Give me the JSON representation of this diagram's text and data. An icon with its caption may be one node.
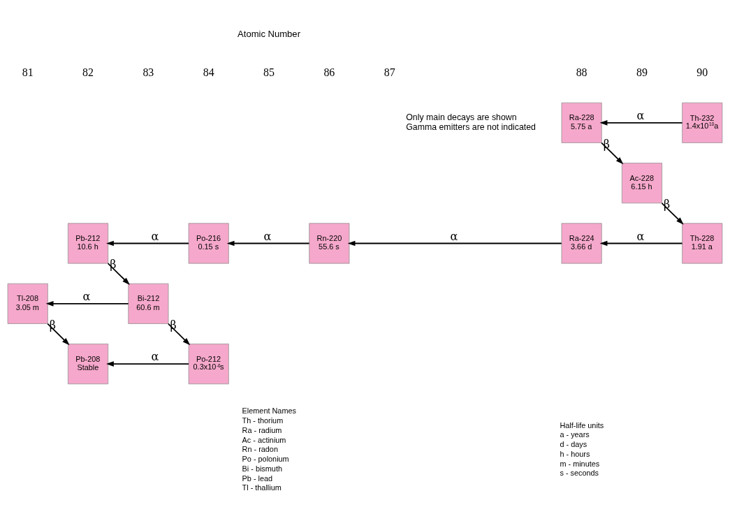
{
  "diagram": {
    "nodes": [
      {
        "text": [
          "Ra-228",
          "5.75 a"
        ]
      },
      {
        "text": [
          "Th-232",
          "1.4x10$^{10}$a"
        ]
      },
      {
        "text": [
          "Ac-228",
          "6.15 h"
        ]
      },
      {
        "text": [
          "Pb-212",
          "10.6 h"
        ]
      },
      {
        "text": [
          "Po-216",
          "0.15 s"
        ]
      },
      {
        "text": [
          "Rn-220",
          "55.6 s"
        ]
      },
      {
        "text": [
          "Ra-224",
          "3.66 d"
        ]
      },
      {
        "text": [
          "Th-228",
          "1.91 a"
        ]
      },
      {
        "text": [
          "Tl-208",
          "3.05 m"
        ]
      },
      {
        "text": [
          "Bi-212",
          "60.6 m"
        ]
      },
      {
        "text": [
          "Pb-208",
          "Stable"
        ]
      },
      {
        "text": [
          "Po-212",
          "0.3x10$^{-6}$s"
        ]
      }
    ],
    "edges": [
      {
        "from": 1,
        "to": 0,
        "arrow": "to",
        "label": "α"
      },
      {
        "from": 0,
        "to": 2,
        "arrow": "to",
        "label": "β"
      },
      {
        "from": 2,
        "to": 7,
        "arrow": "to",
        "label": "β"
      },
      {
        "from": 7,
        "to": 6,
        "arrow": "to",
        "label": "α"
      },
      {
        "from": 6,
        "to": 5,
        "arrow": "to",
        "label": "α"
      },
      {
        "from": 5,
        "to": 4,
        "arrow": "to",
        "label": "α"
      },
      {
        "from": 4,
        "to": 3,
        "arrow": "to",
        "label": "α"
      },
      {
        "from": 3,
        "to": 9,
        "arrow": "to",
        "label": "β"
      },
      {
        "from": 9,
        "to": 8,
        "arrow": "to",
        "label": "α"
      },
      {
        "from": 9,
        "to": 11,
        "arrow": "to",
        "label": "β"
      },
      {
        "from": 8,
        "to": 10,
        "arrow": "to",
        "label": "β"
      },
      {
        "from": 11,
        "to": 10,
        "arrow": "to",
        "label": "α"
      }
    ],
    "labels": [
      "Atomic Number",
      "81",
      "82",
      "83",
      "84",
      "85",
      "86",
      "87",
      "88",
      "89",
      "90",
      "Only main decays are shown",
      "Gamma emitters are not indicated",
      "Element Names",
      "Th - thorium",
      "Ra - radium",
      "Ac - actinium",
      "Rn - radon",
      "Po - polonium",
      "Bi - bismuth",
      "Pb - lead",
      "Tl - thallium",
      "Half-life units",
      "a - years",
      "d - days",
      "h - hours",
      "m - minutes",
      "s - seconds"
    ]
  }
}
